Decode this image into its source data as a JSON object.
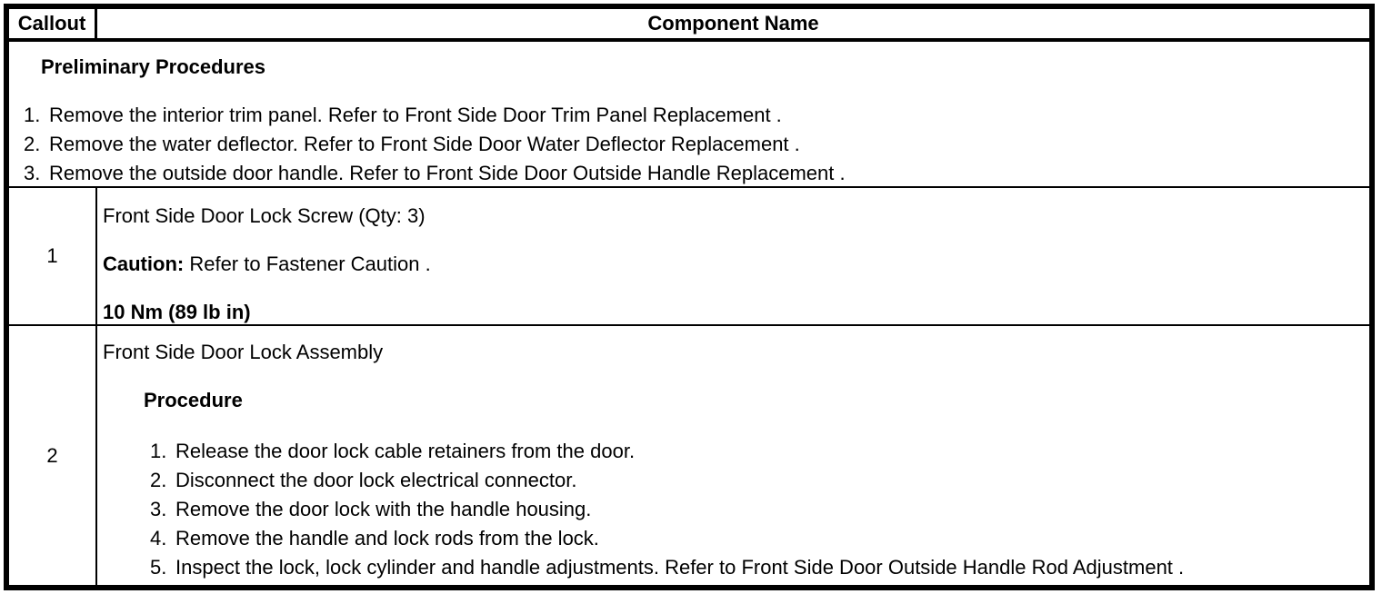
{
  "header": {
    "callout_label": "Callout",
    "component_label": "Component Name"
  },
  "preliminary": {
    "title": "Preliminary Procedures",
    "steps": [
      "Remove the interior trim panel. Refer to Front Side Door Trim Panel Replacement .",
      "Remove the water deflector. Refer to Front Side Door Water Deflector Replacement .",
      "Remove the outside door handle. Refer to Front Side Door Outside Handle Replacement ."
    ]
  },
  "row1": {
    "callout": "1",
    "component": "Front Side Door Lock Screw (Qty: 3)",
    "caution_label": "Caution:",
    "caution_text": "Refer to Fastener Caution .",
    "torque": "10 Nm (89 lb in)"
  },
  "row2": {
    "callout": "2",
    "component": "Front Side Door Lock Assembly",
    "procedure_label": "Procedure",
    "steps": [
      "Release the door lock cable retainers from the door.",
      "Disconnect the door lock electrical connector.",
      "Remove the door lock with the handle housing.",
      "Remove the handle and lock rods from the lock.",
      "Inspect the lock, lock cylinder and handle adjustments. Refer to Front Side Door Outside Handle Rod Adjustment ."
    ]
  },
  "colors": {
    "border": "#000000",
    "text": "#000000",
    "background": "#ffffff"
  }
}
